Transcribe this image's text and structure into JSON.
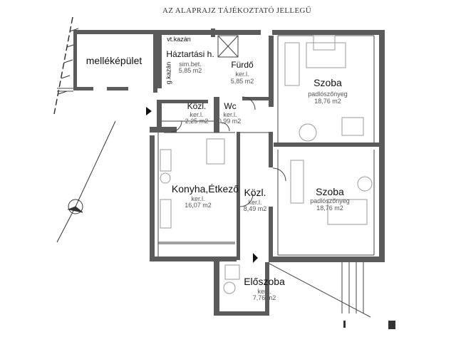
{
  "title": "AZ ALAPRAJZ TÁJÉKOZTATÓ JELLEGŰ",
  "outbuilding": "melléképület",
  "rooms": {
    "haztartasi": {
      "name": "Háztartási h.",
      "floor": "sim.bet.",
      "area": "5,85 m2"
    },
    "furdo": {
      "name": "Fürdő",
      "floor": "ker.l.",
      "area": "5,85 m2"
    },
    "kozl_small": {
      "name": "Közl.",
      "floor": "ker.l.",
      "area": "2,25 m2"
    },
    "wc": {
      "name": "Wc",
      "floor": "ker.l.",
      "area": "0,99 m2"
    },
    "konyha": {
      "name": "Konyha,Étkező",
      "floor": "ker.l.",
      "area": "16,07 m2"
    },
    "kozl_big": {
      "name": "Közl.",
      "floor": "ker.l.",
      "area": "8,49 m2"
    },
    "szoba1": {
      "name": "Szoba",
      "floor": "padlószőnyeg",
      "area": "18,76 m2"
    },
    "szoba2": {
      "name": "Szoba",
      "floor": "padlószőnyeg",
      "area": "18,76 m2"
    },
    "eloszoba": {
      "name": "Előszoba",
      "floor": "ker.l.",
      "area": "7,76 m2"
    }
  },
  "annotations": {
    "vt_kazan": "vt.kazán",
    "g_kazan": "g.kazán"
  },
  "colors": {
    "wall": "#5b5b5b",
    "line": "#444444",
    "furniture": "#9a9a9a"
  }
}
